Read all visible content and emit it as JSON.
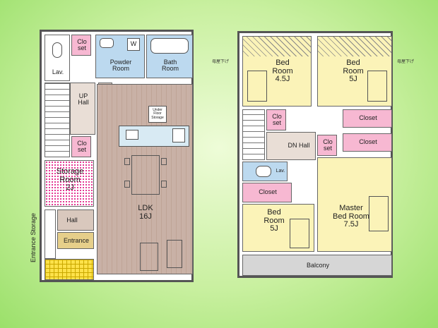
{
  "floor1": {
    "lav": "Lav.",
    "closet_top": "Clo\nset",
    "powder_room": "Powder\nRoom",
    "washer": "W",
    "bath_room": "Bath\nRoom",
    "up_hall": "UP\nHall",
    "refrigerator": "R",
    "under_floor_storage": "Under\nFloor\nStorage",
    "closet_mid": "Clo\nset",
    "storage_room": "Storage\nRoom\n2J",
    "ldk": "LDK\n16J",
    "hall": "Hall",
    "entrance": "Entrance",
    "entrance_storage": "Entrance Storage"
  },
  "floor2": {
    "bed_room_1": "Bed\nRoom\n4.5J",
    "bed_room_2": "Bed\nRoom\n5J",
    "closet_a": "Clo\nset",
    "closet_b": "Closet",
    "dn_hall": "DN Hall",
    "closet_c": "Clo\nset",
    "closet_d": "Closet",
    "lav2": "Lav.",
    "closet_e": "Closet",
    "master_bed_room": "Master\nBed Room\n7.5J",
    "bed_room_3": "Bed\nRoom\n5J",
    "balcony": "Balcony",
    "roof_note_left": "母屋下げ",
    "roof_note_right": "母屋下げ"
  }
}
